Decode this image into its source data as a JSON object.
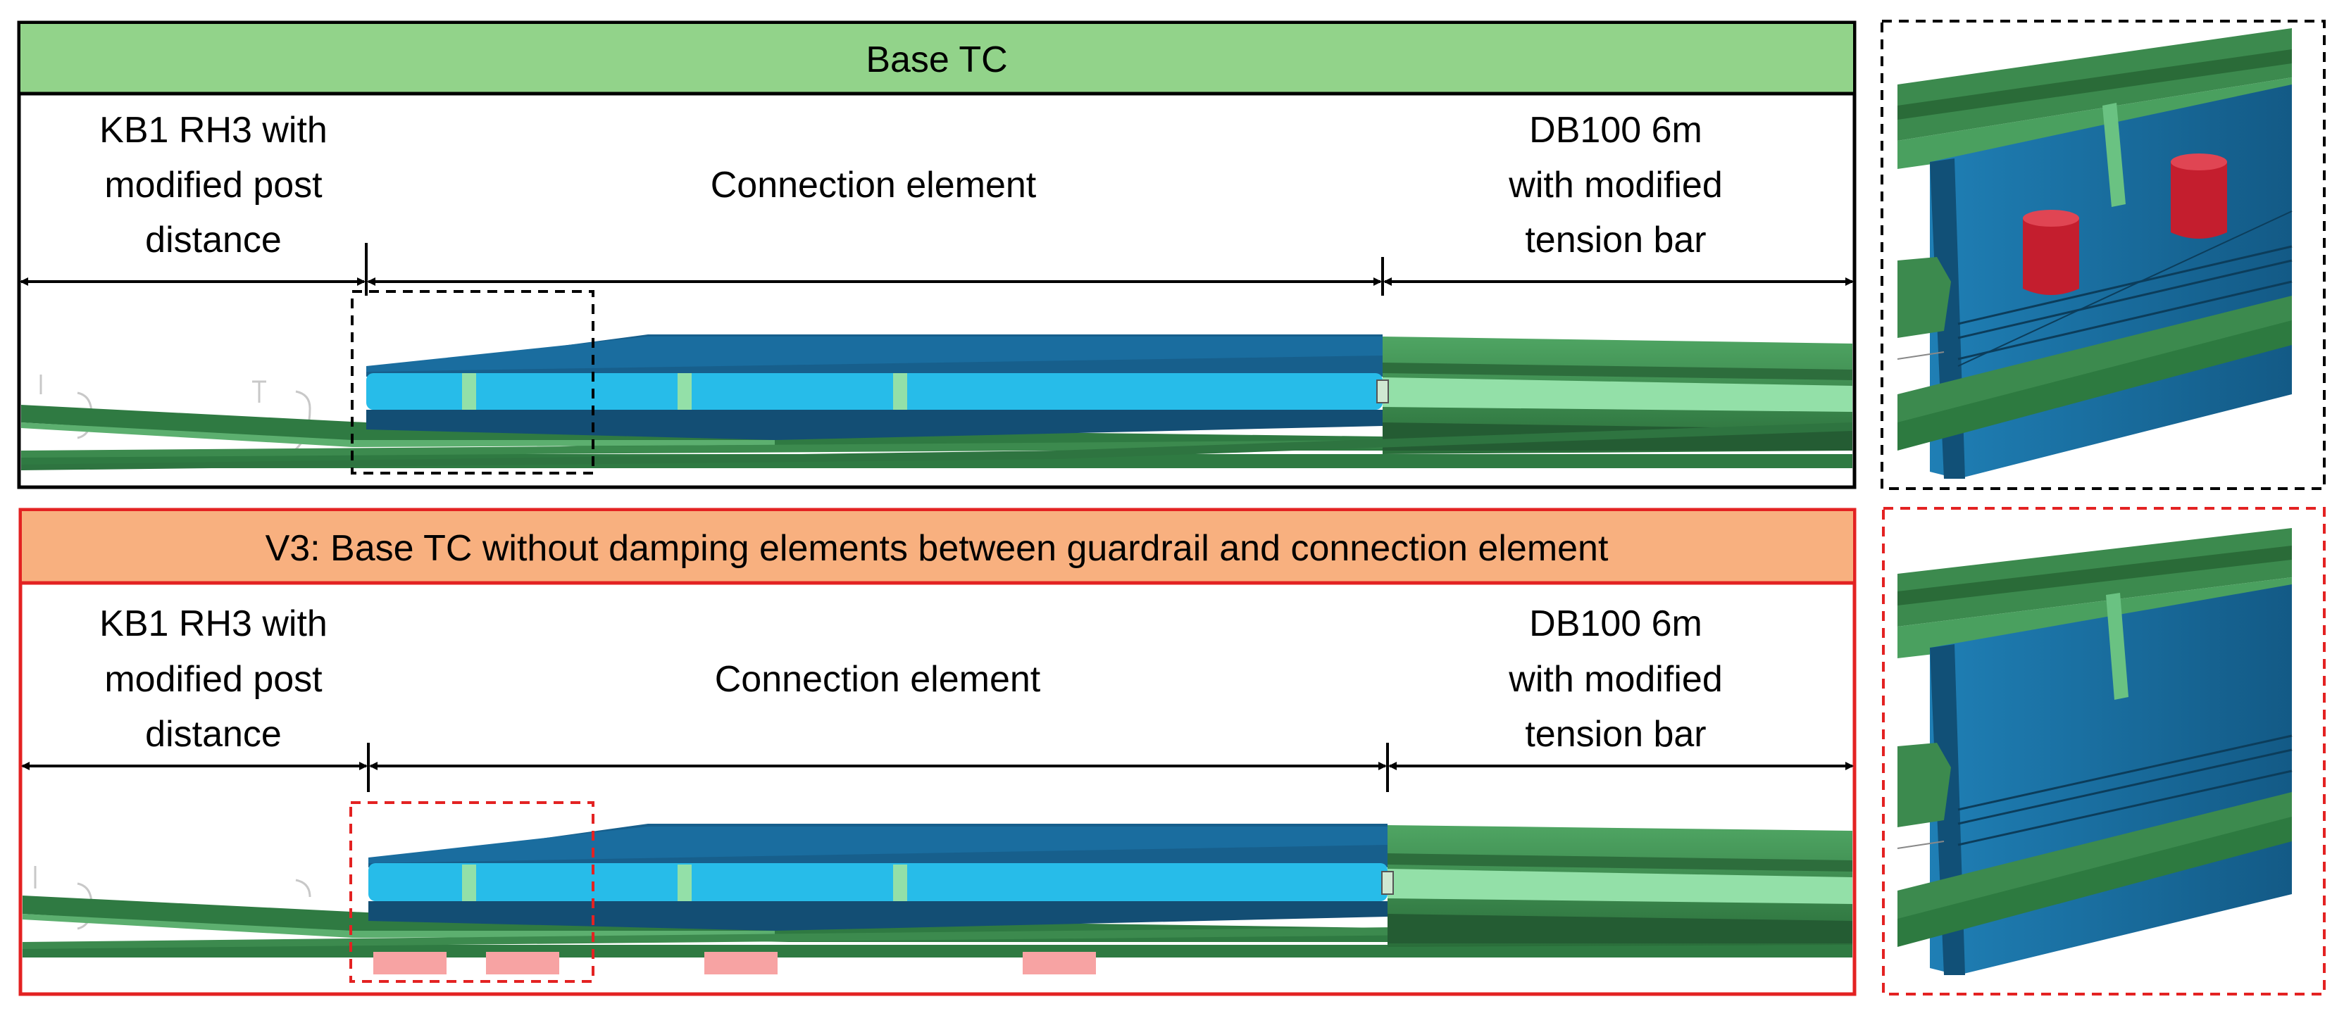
{
  "colors": {
    "top_header_fill": "#92d38a",
    "bottom_header_fill": "#f8b07f",
    "top_border": "#000000",
    "bottom_border": "#e32222",
    "connection_dark": "#175f8c",
    "connection_light": "#27bce9",
    "guardrail_green": "#3c8a4e",
    "guardrail_light": "#93e0a8",
    "removed_damping": "#f7a3a3",
    "detail_blue": "#176aa0",
    "detail_red": "#c41e2e"
  },
  "panels": [
    {
      "id": "top",
      "title": "Base TC",
      "left_label": [
        "KB1 RH3 with",
        "modified post",
        "distance"
      ],
      "center_label": "Connection element",
      "right_label": [
        "DB100 6m",
        "with modified",
        "tension bar"
      ]
    },
    {
      "id": "bottom",
      "title": "V3: Base TC without damping elements between guardrail and connection element",
      "left_label": [
        "KB1 RH3 with",
        "modified post",
        "distance"
      ],
      "center_label": "Connection element",
      "right_label": [
        "DB100 6m",
        "with modified",
        "tension bar"
      ]
    }
  ],
  "details": [
    {
      "panel": "top",
      "shows_damping_elements": true
    },
    {
      "panel": "bottom",
      "shows_damping_elements": false
    }
  ]
}
